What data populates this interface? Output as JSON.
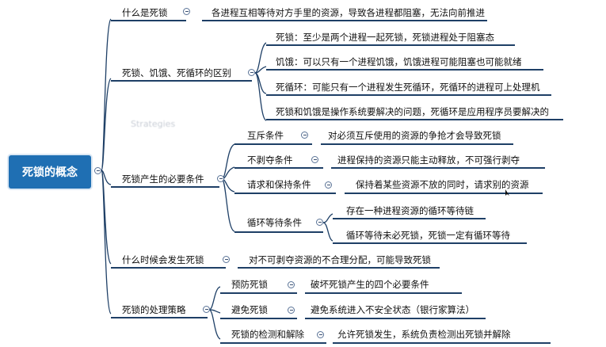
{
  "root": "死锁的概念",
  "colors": {
    "root_bg": "#1f6fb3",
    "branch": "#1e3f66",
    "connector": "#1e3f66"
  },
  "ghost_text": "Strategies",
  "topics": {
    "definition": {
      "label": "什么是死锁",
      "detail": "各进程互相等待对方手里的资源，导致各进程都阻塞，无法向前推进"
    },
    "difference": {
      "label": "死锁、饥饿、死循环的区别",
      "items": [
        "死锁：至少是两个进程一起死锁，死锁进程处于阻塞态",
        "饥饿：可以只有一个进程饥饿，饥饿进程可能阻塞也可能就绪",
        "死循环：可能只有一个进程发生死循环，死循环的进程可上处理机",
        "死锁和饥饿是操作系统要解决的问题，死循环是应用程序员要解决的"
      ]
    },
    "conditions": {
      "label": "死锁产生的必要条件",
      "items": [
        {
          "label": "互斥条件",
          "details": [
            "对必须互斥使用的资源的争抢才会导致死锁"
          ]
        },
        {
          "label": "不剥夺条件",
          "details": [
            "进程保持的资源只能主动释放，不可强行剥夺"
          ]
        },
        {
          "label": "请求和保持条件",
          "details": [
            "保持着某些资源不放的同时，请求别的资源"
          ]
        },
        {
          "label": "循环等待条件",
          "details": [
            "存在一种进程资源的循环等待链",
            "循环等待未必死锁，死锁一定有循环等待"
          ]
        }
      ]
    },
    "when": {
      "label": "什么时候会发生死锁",
      "detail": "对不可剥夺资源的不合理分配，可能导致死锁"
    },
    "strategies": {
      "label": "死锁的处理策略",
      "items": [
        {
          "label": "预防死锁",
          "detail": "破坏死锁产生的四个必要条件"
        },
        {
          "label": "避免死锁",
          "detail": "避免系统进入不安全状态（银行家算法）"
        },
        {
          "label": "死锁的检测和解除",
          "detail": "允许死锁发生，系统负责检测出死锁并解除"
        }
      ]
    }
  }
}
